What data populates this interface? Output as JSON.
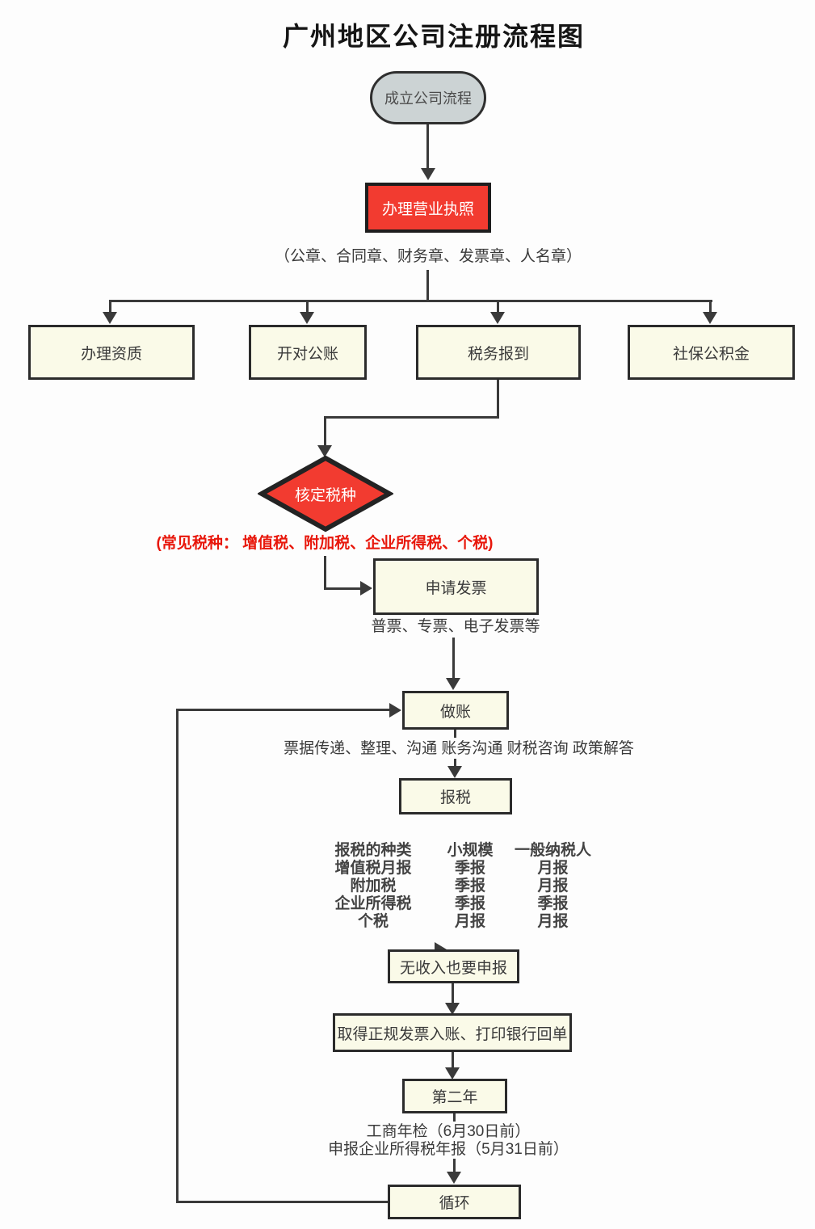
{
  "title": "广州地区公司注册流程图",
  "colors": {
    "line": "#3a3a3a",
    "border_dark": "#2b2b2b",
    "shape_cream": "#fafae8",
    "shape_red": "#f23b30",
    "shape_gray": "#ccd3d4",
    "text_dark": "#3a3a3a",
    "note_red": "#e8170b"
  },
  "nodes": {
    "start": {
      "label": "成立公司流程",
      "type": "terminator"
    },
    "license": {
      "label": "办理营业执照",
      "type": "process"
    },
    "qualification": {
      "label": "办理资质",
      "type": "process"
    },
    "bank_account": {
      "label": "开对公账",
      "type": "process"
    },
    "tax_registration": {
      "label": "税务报到",
      "type": "process"
    },
    "social_insurance": {
      "label": "社保公积金",
      "type": "process"
    },
    "tax_verification": {
      "label": "核定税种",
      "type": "decision"
    },
    "invoice_application": {
      "label": "申请发票",
      "type": "process"
    },
    "bookkeeping": {
      "label": "做账",
      "type": "process"
    },
    "tax_filing": {
      "label": "报税",
      "type": "process"
    },
    "no_income_filing": {
      "label": "无收入也要申报",
      "type": "process"
    },
    "formal_invoice": {
      "label": "取得正规发票入账、打印银行回单",
      "type": "process"
    },
    "second_year": {
      "label": "第二年",
      "type": "process"
    },
    "cycle": {
      "label": "循环",
      "type": "process"
    }
  },
  "notes": {
    "seals": "（公章、合同章、财务章、发票章、人名章）",
    "common_taxes": "(常见税种： 增值税、附加税、企业所得税、个税)",
    "invoice_types": "普票、专票、电子发票等",
    "bookkeeping_services": "票据传递、整理、沟通 账务沟通 财税咨询 政策解答",
    "annual_check": "工商年检（6月30日前）",
    "annual_tax_report": "申报企业所得税年报（5月31日前）"
  },
  "tax_table": {
    "rows": [
      [
        "报税的种类",
        "小规模",
        "一般纳税人"
      ],
      [
        "增值税月报",
        "季报",
        "月报"
      ],
      [
        "附加税",
        "季报",
        "月报"
      ],
      [
        "企业所得税",
        "季报",
        "季报"
      ],
      [
        "个税",
        "月报",
        "月报"
      ]
    ]
  }
}
